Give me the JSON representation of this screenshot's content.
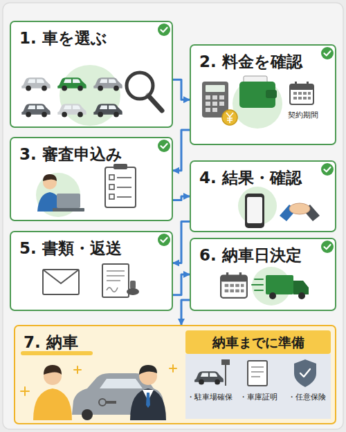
{
  "diagram": {
    "nodes": [
      {
        "text": [
          "1. 車を選ぶ"
        ]
      },
      {
        "text": [
          "2. 料金を確認",
          "契約期間"
        ]
      },
      {
        "text": [
          "3. 審査申込み"
        ]
      },
      {
        "text": [
          "4. 結果・確認"
        ]
      },
      {
        "text": [
          "5. 書類・返送"
        ]
      },
      {
        "text": [
          "6. 納車日決定"
        ]
      },
      {
        "text": [
          "7. 納車"
        ]
      },
      {
        "text": [
          "納車までに準備",
          "・駐車場確保",
          "・車庫証明",
          "・任意保険"
        ],
        "in": 6
      }
    ],
    "edges": [
      {
        "from": 0,
        "to": 1,
        "arrow": "to"
      },
      {
        "from": 1,
        "to": 2,
        "arrow": "to"
      },
      {
        "from": 2,
        "to": 3,
        "arrow": "to"
      },
      {
        "from": 3,
        "to": 4,
        "arrow": "to"
      },
      {
        "from": 4,
        "to": 5,
        "arrow": "to"
      },
      {
        "from": 5,
        "to": 6,
        "arrow": "to"
      }
    ]
  }
}
